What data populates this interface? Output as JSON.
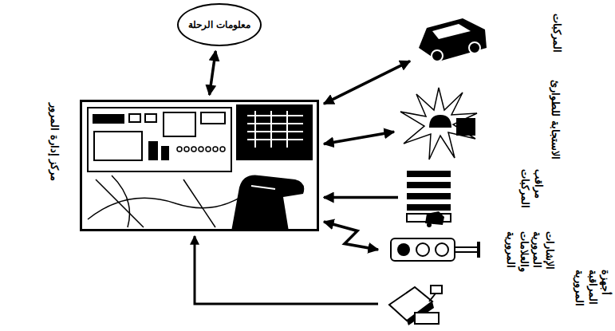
{
  "diagram": {
    "nodes": [
      {
        "text": [
          "مركز إدارة المرور"
        ]
      },
      {
        "text": [
          "معلومات الرحلة"
        ]
      },
      {
        "text": [
          "المركبات"
        ]
      },
      {
        "text": [
          "الاستجابة للطوارئ"
        ]
      },
      {
        "text": [
          "مراقب المركبات"
        ]
      },
      {
        "text": [
          "الإشارات المرورية والعلامات المرورية"
        ]
      },
      {
        "text": [
          "أجهزة المراقبة المرورية"
        ]
      }
    ],
    "edges": [
      {
        "from": 2,
        "to": 0,
        "arrow": "both"
      },
      {
        "from": 3,
        "to": 0,
        "arrow": "both"
      },
      {
        "from": 4,
        "to": 0,
        "arrow": "to"
      },
      {
        "from": 5,
        "to": 0,
        "arrow": "both"
      },
      {
        "from": 6,
        "to": 0,
        "arrow": "to"
      },
      {
        "from": 1,
        "to": 0,
        "arrow": "both"
      }
    ]
  }
}
